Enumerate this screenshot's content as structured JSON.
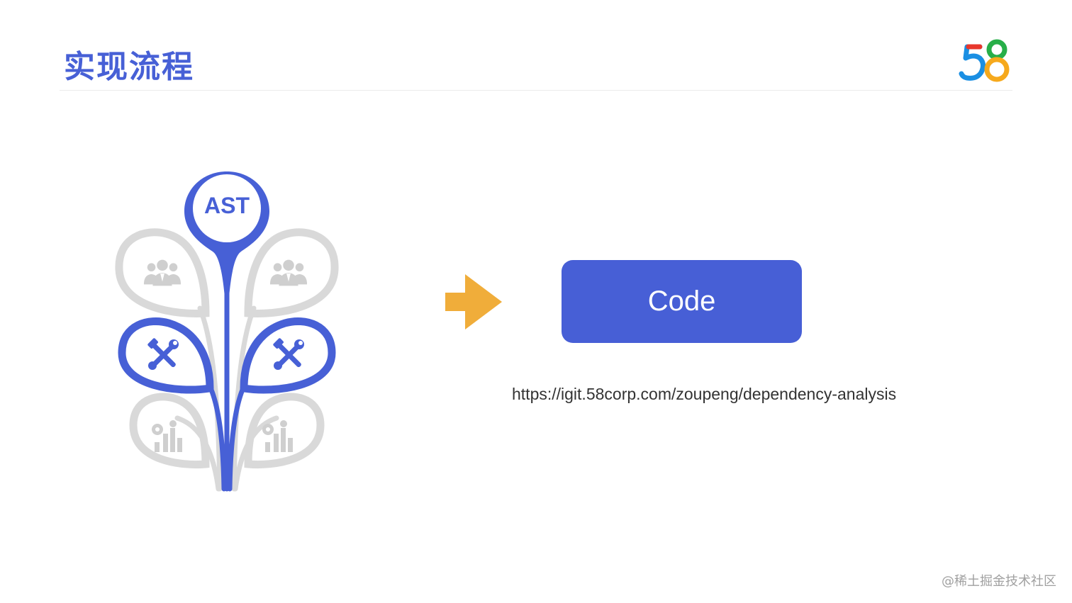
{
  "slide": {
    "title": "实现流程"
  },
  "logo": {
    "text": "58",
    "colors": [
      "#e8372c",
      "#1a8fe3",
      "#27ae48",
      "#f6a91c"
    ]
  },
  "diagram": {
    "root_label": "AST",
    "accent_color": "#4760d6",
    "muted_color": "#d9d9d9",
    "branches": [
      {
        "icon": "people-group-icon",
        "state": "inactive"
      },
      {
        "icon": "people-group-icon",
        "state": "inactive"
      },
      {
        "icon": "tools-icon",
        "state": "active"
      },
      {
        "icon": "tools-icon",
        "state": "active"
      },
      {
        "icon": "gear-chart-icon",
        "state": "inactive"
      },
      {
        "icon": "gear-chart-icon",
        "state": "inactive"
      }
    ]
  },
  "arrow": {
    "icon": "right-arrow-icon",
    "color": "#f0ad3a"
  },
  "code_button": {
    "label": "Code",
    "color": "#475fd6"
  },
  "repo_url": "https://igit.58corp.com/zoupeng/dependency-analysis",
  "watermark": "@稀土掘金技术社区"
}
